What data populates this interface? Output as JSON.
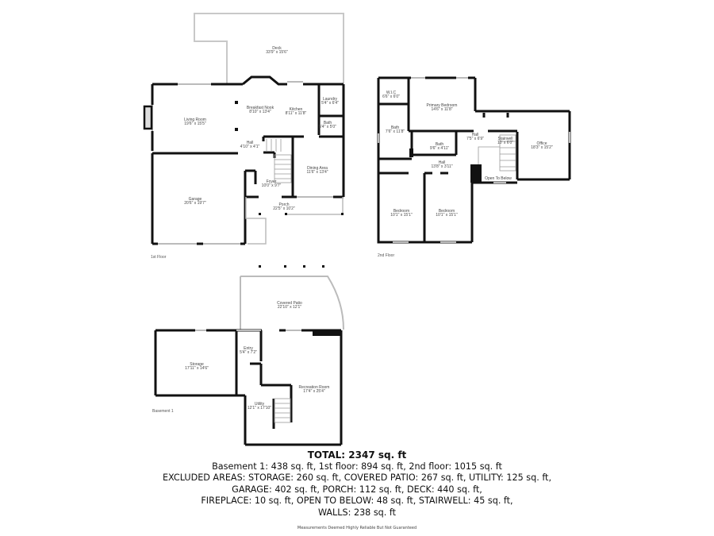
{
  "floors": {
    "first": {
      "label": "1st Floor",
      "rooms": [
        {
          "name": "Deck",
          "dims": "33'9\" x 15'6\""
        },
        {
          "name": "Living Room",
          "dims": "19'6\" x 15'5\""
        },
        {
          "name": "Breakfast Nook",
          "dims": "8'10\" x 13'4\""
        },
        {
          "name": "Kitchen",
          "dims": "8'11\" x 11'8\""
        },
        {
          "name": "Laundry",
          "dims": "5'4\" x 6'4\""
        },
        {
          "name": "Bath",
          "dims": "5'4\" x 5'0\""
        },
        {
          "name": "Hall",
          "dims": "4'10\" x 4'1\""
        },
        {
          "name": "Dining Area",
          "dims": "11'6\" x 13'4\""
        },
        {
          "name": "Foyer",
          "dims": "10'0\" x 9'7\""
        },
        {
          "name": "Garage",
          "dims": "20'6\" x 19'7\""
        },
        {
          "name": "Porch",
          "dims": "22'5\" x 10'2\""
        }
      ]
    },
    "second": {
      "label": "2nd Floor",
      "rooms": [
        {
          "name": "W.I.C",
          "dims": "6'6\" x 6'0\""
        },
        {
          "name": "Primary Bedroom",
          "dims": "14'6\" x 11'8\""
        },
        {
          "name": "Bath",
          "dims": "7'6\" x 11'8\""
        },
        {
          "name": "Bath",
          "dims": "9'6\" x 4'11\""
        },
        {
          "name": "Hall",
          "dims": "7'5\" x 6'9\""
        },
        {
          "name": "Stairwell",
          "dims": "10' x 6'0\""
        },
        {
          "name": "Office",
          "dims": "18'3\" x 15'2\""
        },
        {
          "name": "Hall",
          "dims": "13'8\" x 3'11\""
        },
        {
          "name": "Open To Below",
          "dims": ""
        },
        {
          "name": "Bedroom",
          "dims": "10'1\" x 15'1\""
        },
        {
          "name": "Bedroom",
          "dims": "10'1\" x 15'1\""
        }
      ]
    },
    "basement": {
      "label": "Basement 1",
      "rooms": [
        {
          "name": "Covered Patio",
          "dims": "22'10\" x 12'1\""
        },
        {
          "name": "Entry",
          "dims": "5'4\" x 7'2\""
        },
        {
          "name": "Storage",
          "dims": "17'11\" x 14'6\""
        },
        {
          "name": "Recreation Room",
          "dims": "17'4\" x 25'4\""
        },
        {
          "name": "Utility",
          "dims": "12'1\" x 17'10\""
        }
      ]
    }
  },
  "summary": {
    "total": "TOTAL: 2347 sq. ft",
    "lines": [
      "Basement 1: 438 sq. ft, 1st floor: 894 sq. ft, 2nd floor: 1015 sq. ft",
      "EXCLUDED AREAS: STORAGE: 260 sq. ft, COVERED PATIO: 267 sq. ft, UTILITY: 125 sq. ft,",
      "GARAGE: 402 sq. ft, PORCH: 112 sq. ft, DECK: 440 sq. ft,",
      "FIREPLACE: 10 sq. ft, OPEN TO BELOW: 48 sq. ft, STAIRWELL: 45 sq. ft,",
      "WALLS: 238 sq. ft"
    ],
    "disclaimer": "Measurements Deemed Highly Reliable But Not Guaranteed"
  }
}
